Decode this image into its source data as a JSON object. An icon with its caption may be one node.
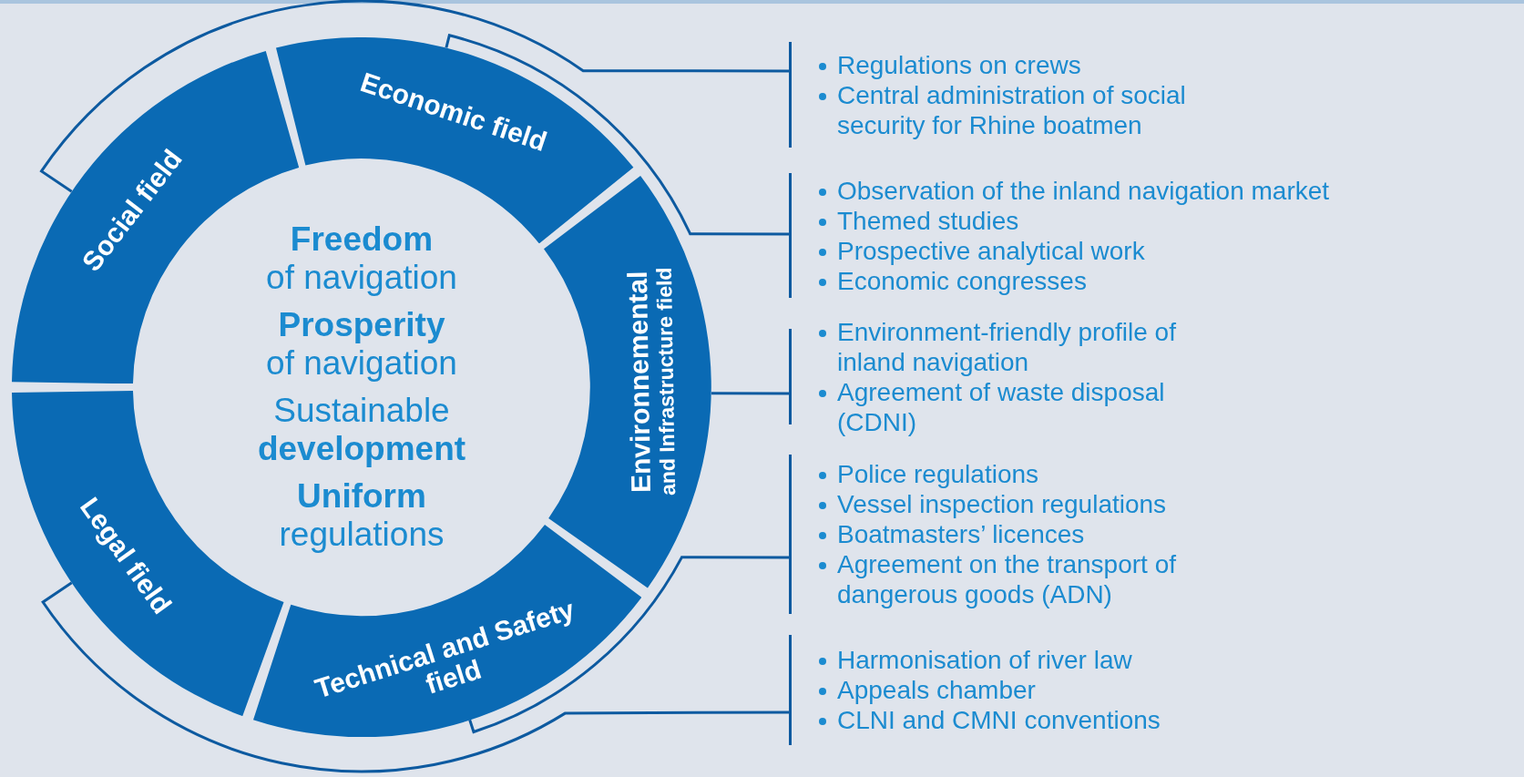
{
  "diagram": {
    "nodes": [
      {
        "text": [
          "Social field"
        ]
      },
      {
        "text": [
          "Economic field"
        ]
      },
      {
        "text": [
          "Environnemental",
          "and Infrastructure field"
        ]
      },
      {
        "text": [
          "Technical and Safety field"
        ]
      },
      {
        "text": [
          "Legal field"
        ]
      },
      {
        "text": [
          "Regulations on crews",
          "Central administration of social security for Rhine boatmen"
        ]
      },
      {
        "text": [
          "Observation of the inland navigation market",
          "Themed studies",
          "Prospective analytical work",
          "Economic congresses"
        ]
      },
      {
        "text": [
          "Environment-friendly profile of inland navigation",
          "Agreement of waste disposal (CDNI)"
        ]
      },
      {
        "text": [
          "Police regulations",
          "Vessel inspection regulations",
          "Boatmasters’ licences",
          "Agreement on the transport of dangerous goods (ADN)"
        ]
      },
      {
        "text": [
          "Harmonisation of river law",
          "Appeals chamber",
          "CLNI and CMNI conventions"
        ]
      }
    ],
    "edges": [
      {
        "from": 0,
        "to": 5,
        "arrow": "none"
      },
      {
        "from": 1,
        "to": 6,
        "arrow": "none"
      },
      {
        "from": 2,
        "to": 7,
        "arrow": "none"
      },
      {
        "from": 3,
        "to": 8,
        "arrow": "none"
      },
      {
        "from": 4,
        "to": 9,
        "arrow": "none"
      }
    ],
    "labels": [
      "**Freedom** of navigation",
      "**Prosperity** of navigation",
      "Sustainable **development**",
      "**Uniform** regulations"
    ]
  }
}
